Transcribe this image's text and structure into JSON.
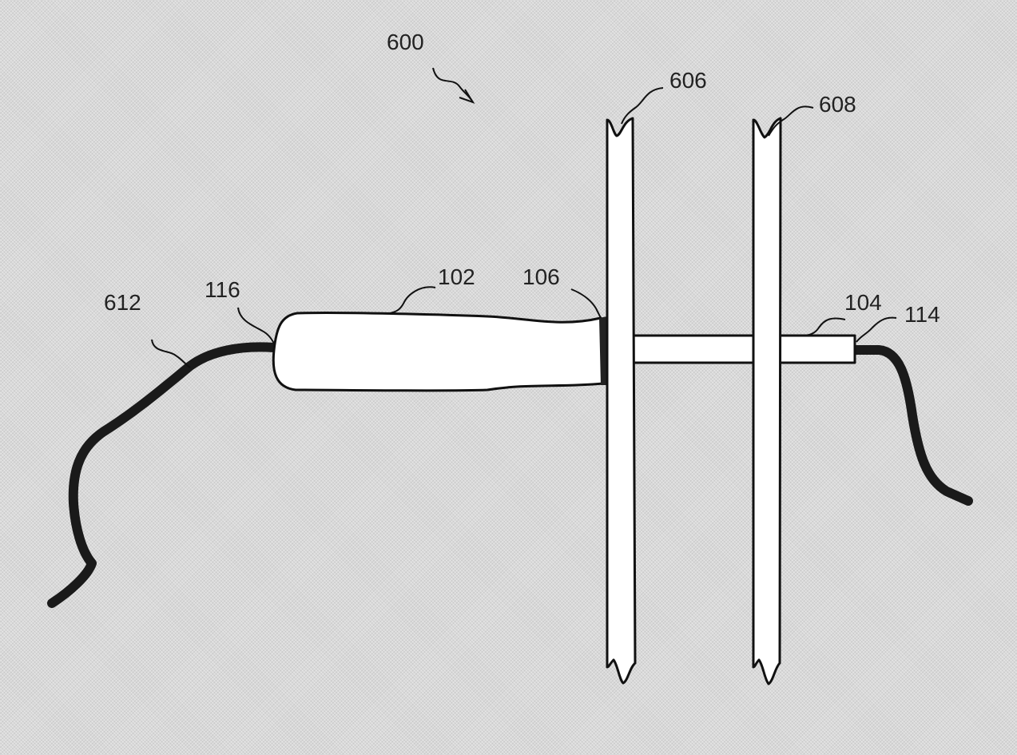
{
  "figure": {
    "labels": {
      "assembly": "600",
      "wall_first": "606",
      "wall_second": "608",
      "body": "102",
      "body_end": "106",
      "tube": "104",
      "tube_end": "114",
      "body_connector": "116",
      "cable": "612"
    }
  }
}
